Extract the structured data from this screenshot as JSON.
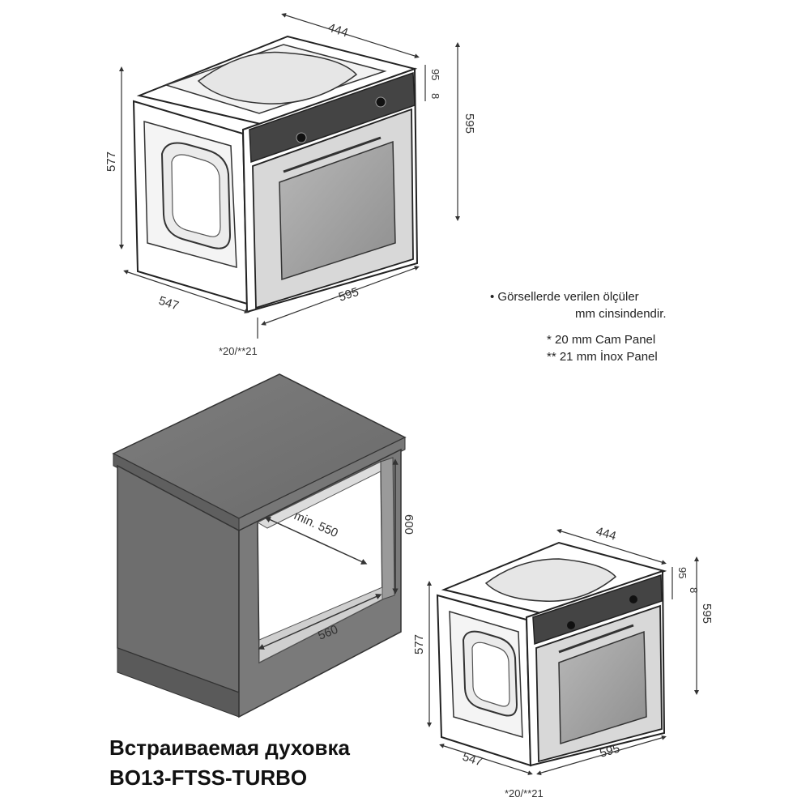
{
  "top_diagram": {
    "dims": {
      "depth_top": "444",
      "height_front_total": "595",
      "control_panel_offset": "95",
      "control_panel_gap": "8",
      "side_height": "577",
      "depth_side": "547",
      "width_front": "595",
      "panel_thickness": "*20/**21"
    }
  },
  "notes": {
    "line1": "•  Görsellerde verilen ölçüler",
    "line2": "mm cinsindendir.",
    "line3": "*   20 mm Cam Panel",
    "line4": "**  21 mm İnox Panel"
  },
  "cabinet": {
    "dims": {
      "min_depth": "min. 550",
      "niche_height": "600",
      "niche_width": "560"
    }
  },
  "bottom_diagram": {
    "dims": {
      "depth_top": "444",
      "height_front_total": "595",
      "control_panel_offset": "95",
      "control_panel_gap": "8",
      "side_height": "577",
      "depth_side": "547",
      "width_front": "595",
      "panel_thickness": "*20/**21"
    }
  },
  "product": {
    "line1": "Встраиваемая духовка",
    "line2": "BO13-FTSS-TURBO"
  }
}
